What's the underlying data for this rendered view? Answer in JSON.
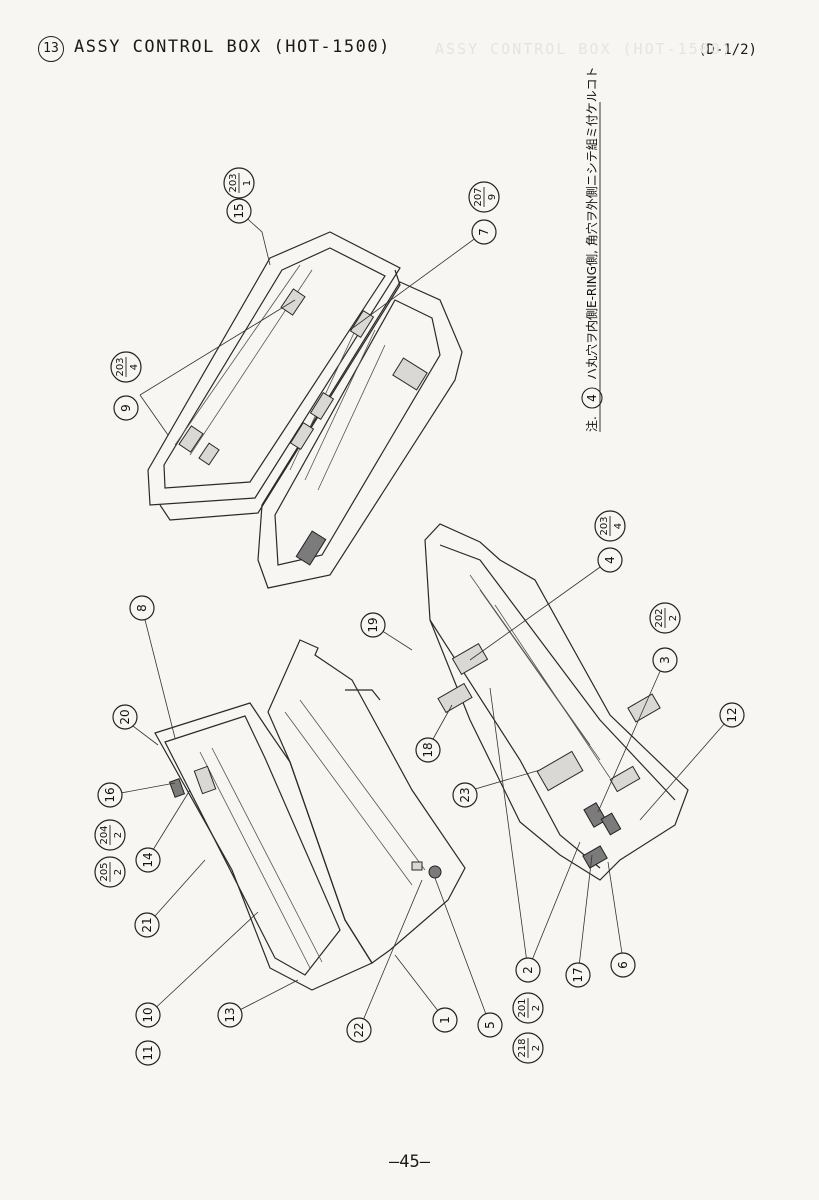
{
  "header": {
    "section_number": "13",
    "title": "ASSY CONTROL BOX (HOT-1500)",
    "sheet_ref": "(D-1/2)"
  },
  "note": {
    "prefix": "注.",
    "ref_number": "4",
    "text": "ハ丸穴ヲ内側E-RING側, 角穴ヲ外側ニシテ組ミ付ケルコト"
  },
  "callouts": {
    "c1": "1",
    "c2": "2",
    "c3": "3",
    "c4": "4",
    "c5": "5",
    "c6": "6",
    "c7": "7",
    "c8": "8",
    "c9": "9",
    "c10": "10",
    "c11": "11",
    "c12": "12",
    "c13": "13",
    "c14": "14",
    "c15": "15",
    "c16": "16",
    "c17": "17",
    "c18": "18",
    "c19": "19",
    "c20": "20",
    "c21": "21",
    "c22": "22",
    "c23": "23"
  },
  "fractions": {
    "f203_1": {
      "num": "203",
      "den": "1"
    },
    "f207_9": {
      "num": "207",
      "den": "9"
    },
    "f203_4a": {
      "num": "203",
      "den": "4"
    },
    "f203_4b": {
      "num": "203",
      "den": "4"
    },
    "f202_2": {
      "num": "202",
      "den": "2"
    },
    "f204_2": {
      "num": "204",
      "den": "2"
    },
    "f205_2": {
      "num": "205",
      "den": "2"
    },
    "f201_2": {
      "num": "201",
      "den": "2"
    },
    "f218_2": {
      "num": "218",
      "den": "2"
    }
  },
  "page_number": "—45—"
}
